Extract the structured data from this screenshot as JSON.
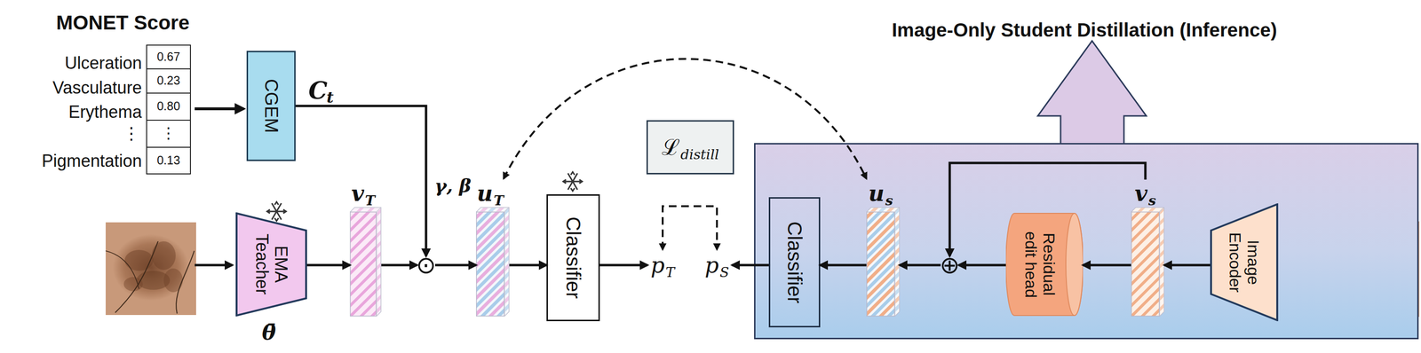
{
  "diagram": {
    "nodes": [
      {
        "text": [
          "CGEM"
        ]
      },
      {
        "text": [
          "EMA Teacher"
        ]
      },
      {
        "text": [
          "v",
          "T"
        ]
      },
      {
        "text": [
          "⊙"
        ]
      },
      {
        "text": [
          "u",
          "T"
        ]
      },
      {
        "text": [
          "Classifier"
        ]
      },
      {
        "text": [
          "p",
          "T"
        ]
      },
      {
        "text": [
          "ℒ",
          "distill"
        ]
      },
      {
        "text": [
          "p",
          "S"
        ]
      },
      {
        "text": [
          "Image-Only Student Distillation (Inference)"
        ]
      },
      {
        "text": [
          "u",
          "s"
        ],
        "in": 9
      },
      {
        "text": [
          "Classifier"
        ],
        "in": 9
      },
      {
        "text": [
          "⊕"
        ],
        "in": 9
      },
      {
        "text": [
          "Residual edit head"
        ],
        "in": 9
      },
      {
        "text": [
          "v",
          "s"
        ],
        "in": 9
      },
      {
        "text": [
          "Image Encoder"
        ],
        "in": 9
      }
    ],
    "edges": [
      {
        "from": 1,
        "to": 2,
        "arrow": "to"
      },
      {
        "from": 2,
        "to": 3,
        "arrow": "to"
      },
      {
        "from": 0,
        "to": 3,
        "label": "γ, β",
        "arrow": "to"
      },
      {
        "from": 3,
        "to": 4,
        "arrow": "to"
      },
      {
        "from": 4,
        "to": 5,
        "arrow": "to"
      },
      {
        "from": 5,
        "to": 6,
        "arrow": "to"
      },
      {
        "from": 6,
        "to": 8,
        "arrow": "both"
      },
      {
        "from": 4,
        "to": 10,
        "arrow": "both"
      },
      {
        "from": 15,
        "to": 14,
        "arrow": "to"
      },
      {
        "from": 14,
        "to": 13,
        "arrow": "to"
      },
      {
        "from": 13,
        "to": 12,
        "arrow": "to"
      },
      {
        "from": 14,
        "to": 12,
        "arrow": "to"
      },
      {
        "from": 12,
        "to": 10,
        "arrow": "to"
      },
      {
        "from": 10,
        "to": 11,
        "arrow": "to"
      },
      {
        "from": 11,
        "to": 8,
        "arrow": "to"
      }
    ],
    "labels": [
      "MONET Score",
      "Ulceration",
      "0.67",
      "Vasculature",
      "0.23",
      "Erythema",
      "0.80",
      "⋮",
      "⋮",
      "Pigmentation",
      "0.13",
      "C",
      "t",
      "θ̄"
    ]
  }
}
